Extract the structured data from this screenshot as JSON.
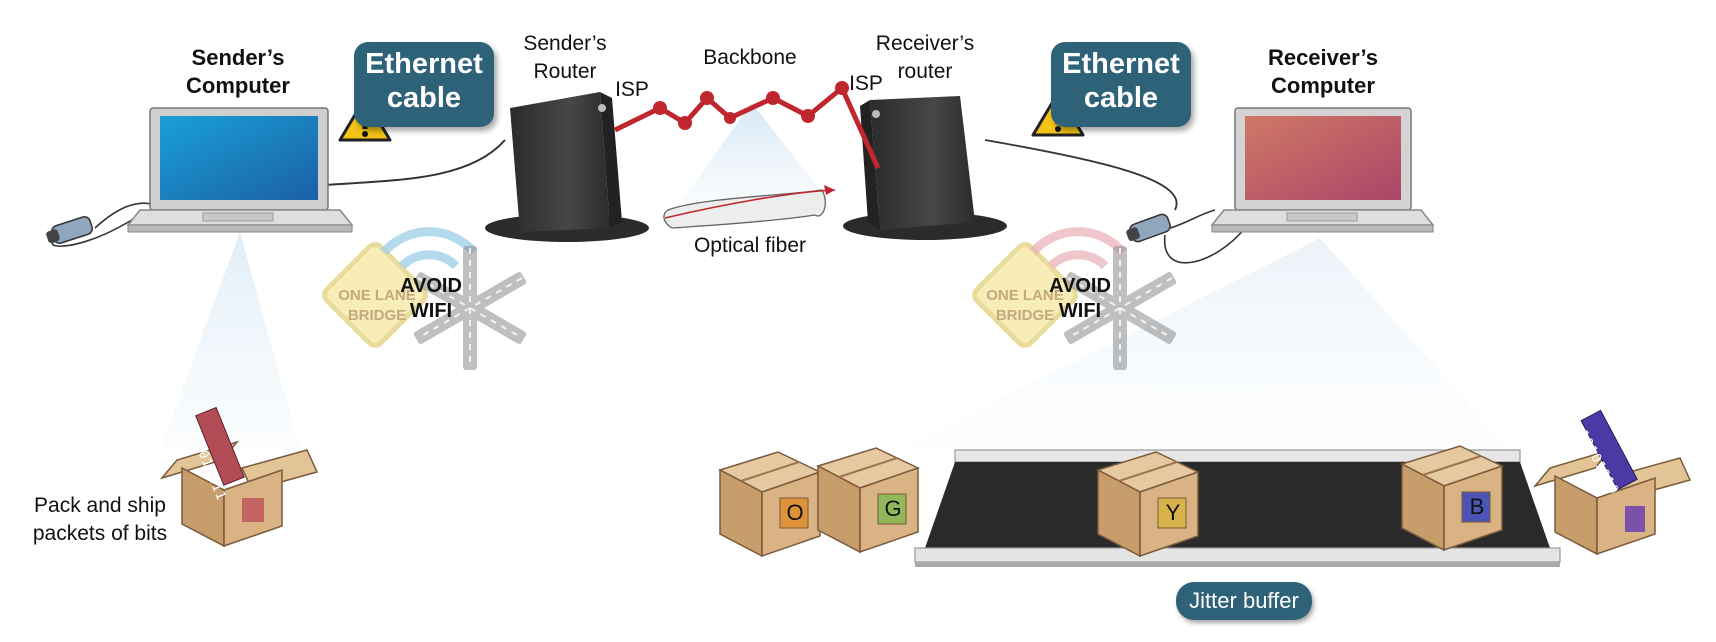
{
  "sender": {
    "title_line1": "Sender’s",
    "title_line2": "Computer",
    "ethernet_line1": "Ethernet",
    "ethernet_line2": "cable",
    "router_line1": "Sender’s",
    "router_line2": "Router",
    "isp": "ISP",
    "wifi_line1": "AVOID",
    "wifi_line2": "WIFI",
    "bridge_line1": "ONE LANE",
    "bridge_line2": "BRIDGE",
    "packet_line1": "Pack and ship",
    "packet_line2": "packets of bits",
    "bits": "01010111",
    "screen_color": "#1f86bf"
  },
  "network": {
    "backbone": "Backbone",
    "fiber": "Optical fiber",
    "line_color": "#c0262d"
  },
  "receiver": {
    "title_line1": "Receiver’s",
    "title_line2": "Computer",
    "ethernet_line1": "Ethernet",
    "ethernet_line2": "cable",
    "router_line1": "Receiver’s",
    "router_line2": "router",
    "isp": "ISP",
    "wifi_line1": "AVOID",
    "wifi_line2": "WIFI",
    "bridge_line1": "ONE LANE",
    "bridge_line2": "BRIDGE",
    "bits": "10101010",
    "screen_color": "#c06a6c"
  },
  "buffer": {
    "label": "Jitter buffer",
    "box_letters": [
      "O",
      "G",
      "Y",
      "B"
    ],
    "box_colors": [
      "#e0923a",
      "#8fb85a",
      "#d8b24a",
      "#4b55b5"
    ]
  },
  "colors": {
    "pill": "#2e6278",
    "box": "#d7b48a",
    "router": "#3a3a3a"
  }
}
